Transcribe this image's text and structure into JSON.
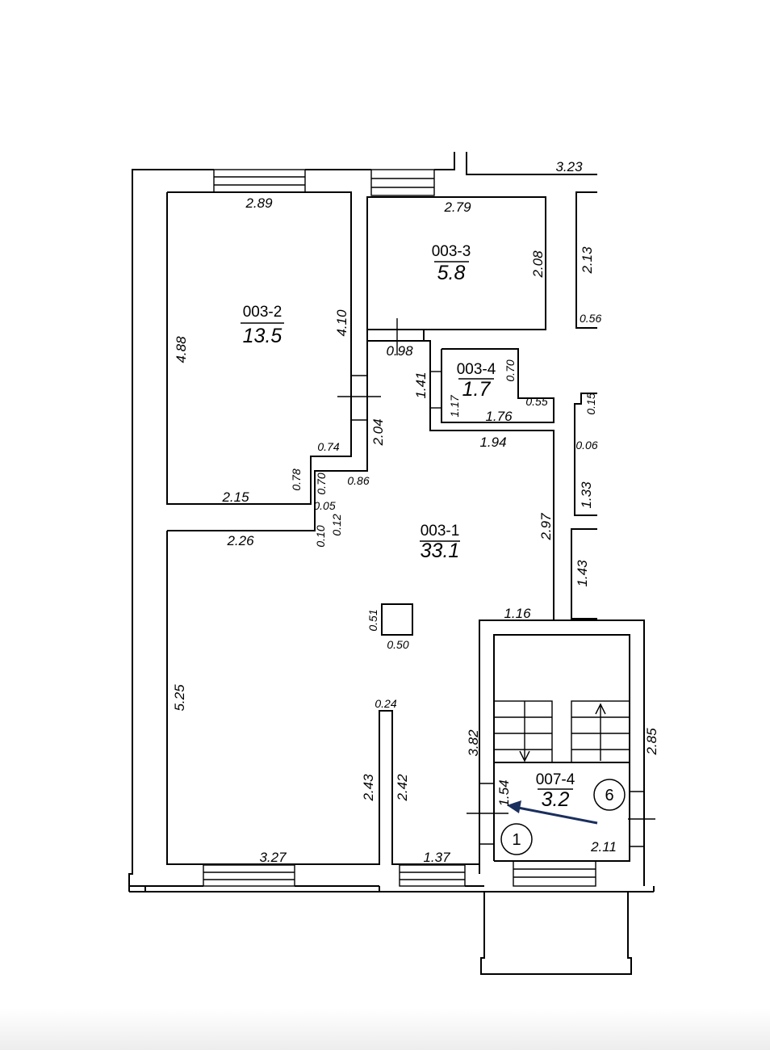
{
  "colors": {
    "arrow": "#1a2f5e",
    "line": "#000000",
    "background": "#ffffff"
  },
  "rooms": {
    "r003_1": {
      "code": "003-1",
      "area": "33.1"
    },
    "r003_2": {
      "code": "003-2",
      "area": "13.5"
    },
    "r003_3": {
      "code": "003-3",
      "area": "5.8"
    },
    "r003_4": {
      "code": "003-4",
      "area": "1.7"
    },
    "r007_4": {
      "code": "007-4",
      "area": "3.2"
    }
  },
  "markers": {
    "m1": "1",
    "m6": "6"
  },
  "dims": {
    "d323": "3.23",
    "d289": "2.89",
    "d279": "2.79",
    "d208": "2.08",
    "d213": "2.13",
    "d056": "0.56",
    "d488": "4.88",
    "d410": "4.10",
    "d098": "0.98",
    "d141": "1.41",
    "d070a": "0.70",
    "d055": "0.55",
    "d117": "1.17",
    "d176": "1.76",
    "d015": "0.15",
    "d194": "1.94",
    "d204": "2.04",
    "d074": "0.74",
    "d006": "0.06",
    "d078": "0.78",
    "d070b": "0.70",
    "d086": "0.86",
    "d215": "2.15",
    "d005": "0.05",
    "d133": "1.33",
    "d297": "2.97",
    "d226": "2.26",
    "d010": "0.10",
    "d012": "0.12",
    "d143": "1.43",
    "d116": "1.16",
    "d051": "0.51",
    "d050": "0.50",
    "d525": "5.25",
    "d024": "0.24",
    "d382": "3.82",
    "d285": "2.85",
    "d243": "2.43",
    "d242": "2.42",
    "d154": "1.54",
    "d211": "2.11",
    "d327": "3.27",
    "d137": "1.37"
  }
}
